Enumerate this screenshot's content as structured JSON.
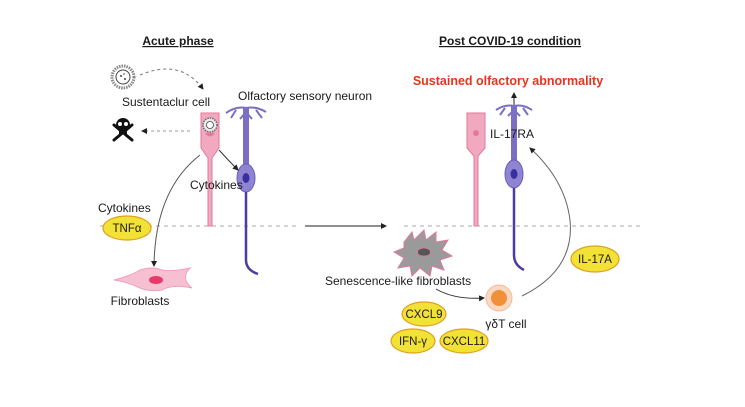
{
  "headings": {
    "acute": "Acute phase",
    "post": "Post COVID-19 condition"
  },
  "acute": {
    "sustentacular_cell": "Sustentaclur cell",
    "olfactory_neuron": "Olfactory sensory neuron",
    "cytokines_center": "Cytokines",
    "cytokines_left": "Cytokines",
    "tnf": "TNFα",
    "fibroblasts": "Fibroblasts"
  },
  "post": {
    "outcome": "Sustained olfactory abnormality",
    "receptor": "IL-17RA",
    "senescent": "Senescence-like fibroblasts",
    "gd_t_cell": "γδT cell",
    "il17a": "IL-17A",
    "cxcl9": "CXCL9",
    "ifng": "IFN-γ",
    "cxcl11": "CXCL11"
  },
  "colors": {
    "pink_cell": "#f2a9c0",
    "pink_stroke": "#e07a9a",
    "neuron": "#7b6fc4",
    "neuron_dark": "#4a3f9f",
    "pill_fill": "#f2e236",
    "pill_stroke": "#e0a020",
    "outcome_red": "#e8341c",
    "senescent_grey": "#9a9a9a",
    "tcell_orange": "#f0903a"
  }
}
